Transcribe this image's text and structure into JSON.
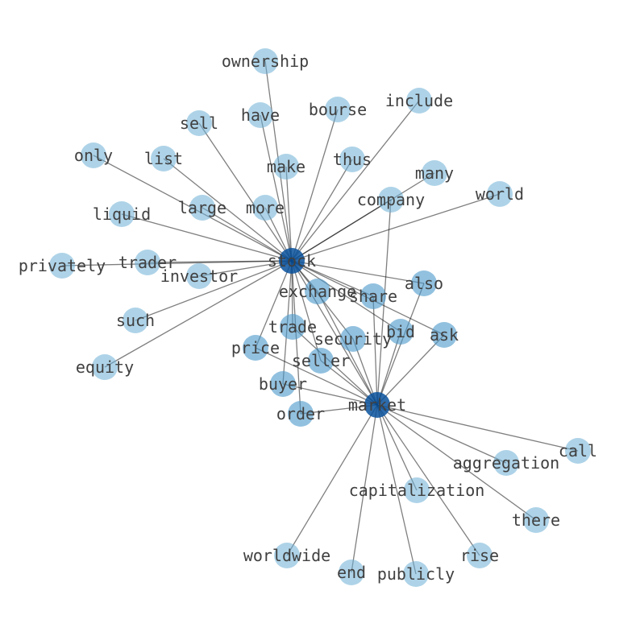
{
  "graph": {
    "hubs": [
      "stock",
      "market"
    ],
    "nodes": [
      {
        "id": "stock",
        "label": "stock",
        "group": "hub"
      },
      {
        "id": "market",
        "label": "market",
        "group": "hub"
      },
      {
        "id": "ownership",
        "label": "ownership",
        "group": "leaf"
      },
      {
        "id": "have",
        "label": "have",
        "group": "leaf"
      },
      {
        "id": "bourse",
        "label": "bourse",
        "group": "leaf"
      },
      {
        "id": "include",
        "label": "include",
        "group": "leaf"
      },
      {
        "id": "sell",
        "label": "sell",
        "group": "leaf"
      },
      {
        "id": "only",
        "label": "only",
        "group": "leaf"
      },
      {
        "id": "list",
        "label": "list",
        "group": "leaf"
      },
      {
        "id": "make",
        "label": "make",
        "group": "leaf"
      },
      {
        "id": "thus",
        "label": "thus",
        "group": "leaf"
      },
      {
        "id": "many",
        "label": "many",
        "group": "leaf"
      },
      {
        "id": "company",
        "label": "company",
        "group": "leaf"
      },
      {
        "id": "world",
        "label": "world",
        "group": "leaf"
      },
      {
        "id": "liquid",
        "label": "liquid",
        "group": "leaf"
      },
      {
        "id": "large",
        "label": "large",
        "group": "leaf"
      },
      {
        "id": "more",
        "label": "more",
        "group": "leaf"
      },
      {
        "id": "privately",
        "label": "privately",
        "group": "leaf"
      },
      {
        "id": "trader",
        "label": "trader",
        "group": "leaf"
      },
      {
        "id": "investor",
        "label": "investor",
        "group": "leaf"
      },
      {
        "id": "such",
        "label": "such",
        "group": "leaf"
      },
      {
        "id": "equity",
        "label": "equity",
        "group": "leaf"
      },
      {
        "id": "exchange",
        "label": "exchange",
        "group": "shared"
      },
      {
        "id": "share",
        "label": "share",
        "group": "shared"
      },
      {
        "id": "also",
        "label": "also",
        "group": "shared"
      },
      {
        "id": "trade",
        "label": "trade",
        "group": "shared"
      },
      {
        "id": "security",
        "label": "security",
        "group": "shared"
      },
      {
        "id": "bid",
        "label": "bid",
        "group": "shared"
      },
      {
        "id": "ask",
        "label": "ask",
        "group": "shared"
      },
      {
        "id": "price",
        "label": "price",
        "group": "shared"
      },
      {
        "id": "seller",
        "label": "seller",
        "group": "shared"
      },
      {
        "id": "buyer",
        "label": "buyer",
        "group": "shared"
      },
      {
        "id": "order",
        "label": "order",
        "group": "shared"
      },
      {
        "id": "call",
        "label": "call",
        "group": "leaf"
      },
      {
        "id": "aggregation",
        "label": "aggregation",
        "group": "leaf"
      },
      {
        "id": "capitalization",
        "label": "capitalization",
        "group": "leaf"
      },
      {
        "id": "there",
        "label": "there",
        "group": "leaf"
      },
      {
        "id": "worldwide",
        "label": "worldwide",
        "group": "leaf"
      },
      {
        "id": "end",
        "label": "end",
        "group": "leaf"
      },
      {
        "id": "publicly",
        "label": "publicly",
        "group": "leaf"
      },
      {
        "id": "rise",
        "label": "rise",
        "group": "leaf"
      }
    ],
    "edges": [
      [
        "stock",
        "ownership"
      ],
      [
        "stock",
        "have"
      ],
      [
        "stock",
        "bourse"
      ],
      [
        "stock",
        "include"
      ],
      [
        "stock",
        "sell"
      ],
      [
        "stock",
        "only"
      ],
      [
        "stock",
        "list"
      ],
      [
        "stock",
        "make"
      ],
      [
        "stock",
        "thus"
      ],
      [
        "stock",
        "many"
      ],
      [
        "stock",
        "company"
      ],
      [
        "stock",
        "world"
      ],
      [
        "stock",
        "liquid"
      ],
      [
        "stock",
        "large"
      ],
      [
        "stock",
        "more"
      ],
      [
        "stock",
        "privately"
      ],
      [
        "stock",
        "trader"
      ],
      [
        "stock",
        "investor"
      ],
      [
        "stock",
        "such"
      ],
      [
        "stock",
        "equity"
      ],
      [
        "stock",
        "exchange"
      ],
      [
        "stock",
        "share"
      ],
      [
        "stock",
        "also"
      ],
      [
        "stock",
        "trade"
      ],
      [
        "stock",
        "security"
      ],
      [
        "stock",
        "bid"
      ],
      [
        "stock",
        "ask"
      ],
      [
        "stock",
        "price"
      ],
      [
        "stock",
        "seller"
      ],
      [
        "stock",
        "buyer"
      ],
      [
        "stock",
        "order"
      ],
      [
        "stock",
        "market"
      ],
      [
        "market",
        "exchange"
      ],
      [
        "market",
        "share"
      ],
      [
        "market",
        "also"
      ],
      [
        "market",
        "trade"
      ],
      [
        "market",
        "security"
      ],
      [
        "market",
        "bid"
      ],
      [
        "market",
        "ask"
      ],
      [
        "market",
        "price"
      ],
      [
        "market",
        "seller"
      ],
      [
        "market",
        "buyer"
      ],
      [
        "market",
        "order"
      ],
      [
        "market",
        "call"
      ],
      [
        "market",
        "aggregation"
      ],
      [
        "market",
        "capitalization"
      ],
      [
        "market",
        "there"
      ],
      [
        "market",
        "worldwide"
      ],
      [
        "market",
        "end"
      ],
      [
        "market",
        "publicly"
      ],
      [
        "market",
        "rise"
      ],
      [
        "market",
        "company"
      ]
    ]
  },
  "colors": {
    "hub": "#08519c",
    "shared": "#4a98c9",
    "leaf": "#6baed6",
    "edge": "#000000",
    "label": "#404040"
  }
}
